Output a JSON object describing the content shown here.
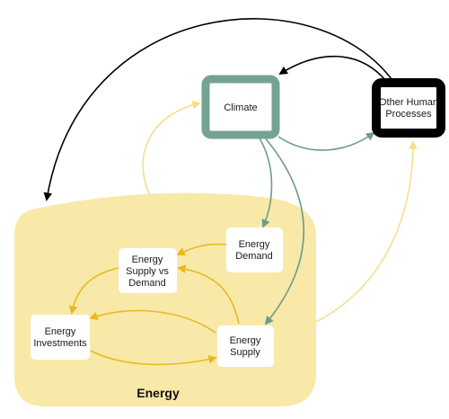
{
  "colors": {
    "energy_region_fill": "#f8e9a9",
    "climate_border": "#76a391",
    "other_border": "#000000",
    "node_fill": "#ffffff",
    "arrow_black": "#000000",
    "arrow_teal": "#6c9c8b",
    "arrow_gold": "#e8b923",
    "arrow_pale_yellow": "#f2e08c"
  },
  "nodes": {
    "climate": {
      "lines": [
        "Climate"
      ]
    },
    "other_human_processes": {
      "lines": [
        "Other Human",
        "Processes"
      ]
    },
    "energy_demand": {
      "lines": [
        "Energy",
        "Demand"
      ]
    },
    "energy_supply_vs_demand": {
      "lines": [
        "Energy",
        "Supply vs",
        "Demand"
      ]
    },
    "energy_investments": {
      "lines": [
        "Energy",
        "Investments"
      ]
    },
    "energy_supply": {
      "lines": [
        "Energy",
        "Supply"
      ]
    }
  },
  "group": {
    "energy_label": "Energy"
  },
  "edges": [
    {
      "from": "other_human_processes",
      "to": "energy",
      "color": "arrow_black"
    },
    {
      "from": "other_human_processes",
      "to": "climate",
      "color": "arrow_black"
    },
    {
      "from": "climate",
      "to": "other_human_processes",
      "color": "arrow_teal"
    },
    {
      "from": "climate",
      "to": "energy_demand",
      "color": "arrow_teal"
    },
    {
      "from": "climate",
      "to": "energy_supply",
      "color": "arrow_teal"
    },
    {
      "from": "energy",
      "to": "climate",
      "color": "arrow_pale_yellow"
    },
    {
      "from": "energy",
      "to": "other_human_processes",
      "color": "arrow_pale_yellow"
    },
    {
      "from": "energy_demand",
      "to": "energy_supply_vs_demand",
      "color": "arrow_gold"
    },
    {
      "from": "energy_supply",
      "to": "energy_supply_vs_demand",
      "color": "arrow_gold"
    },
    {
      "from": "energy_supply_vs_demand",
      "to": "energy_investments",
      "color": "arrow_gold"
    },
    {
      "from": "energy_supply",
      "to": "energy_investments",
      "color": "arrow_gold"
    },
    {
      "from": "energy_investments",
      "to": "energy_supply",
      "color": "arrow_gold"
    }
  ]
}
